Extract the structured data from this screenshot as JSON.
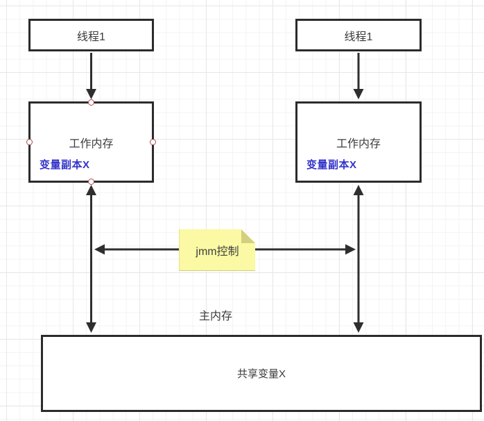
{
  "nodes": {
    "thread_left_label": "线程1",
    "thread_right_label": "线程1",
    "wm_left_title": "工作内存",
    "wm_left_variable": "变量副本X",
    "wm_right_title": "工作内存",
    "wm_right_variable": "变量副本X",
    "jmm_note_label": "jmm控制",
    "main_memory_label": "主内存",
    "shared_variable_label": "共享变量X"
  },
  "colors": {
    "line": "#2e2e2e",
    "node_border": "#2b2b2b",
    "text": "#3b3b3b",
    "variable_text": "#3333cc",
    "note_fill": "#fbf9a3",
    "note_fold": "#d2cf7e",
    "connection_point": "#ab4a52",
    "canvas_bg": "#ffffff",
    "grid_minor": "#f3f3f3",
    "grid_major": "#e7e7e7"
  }
}
